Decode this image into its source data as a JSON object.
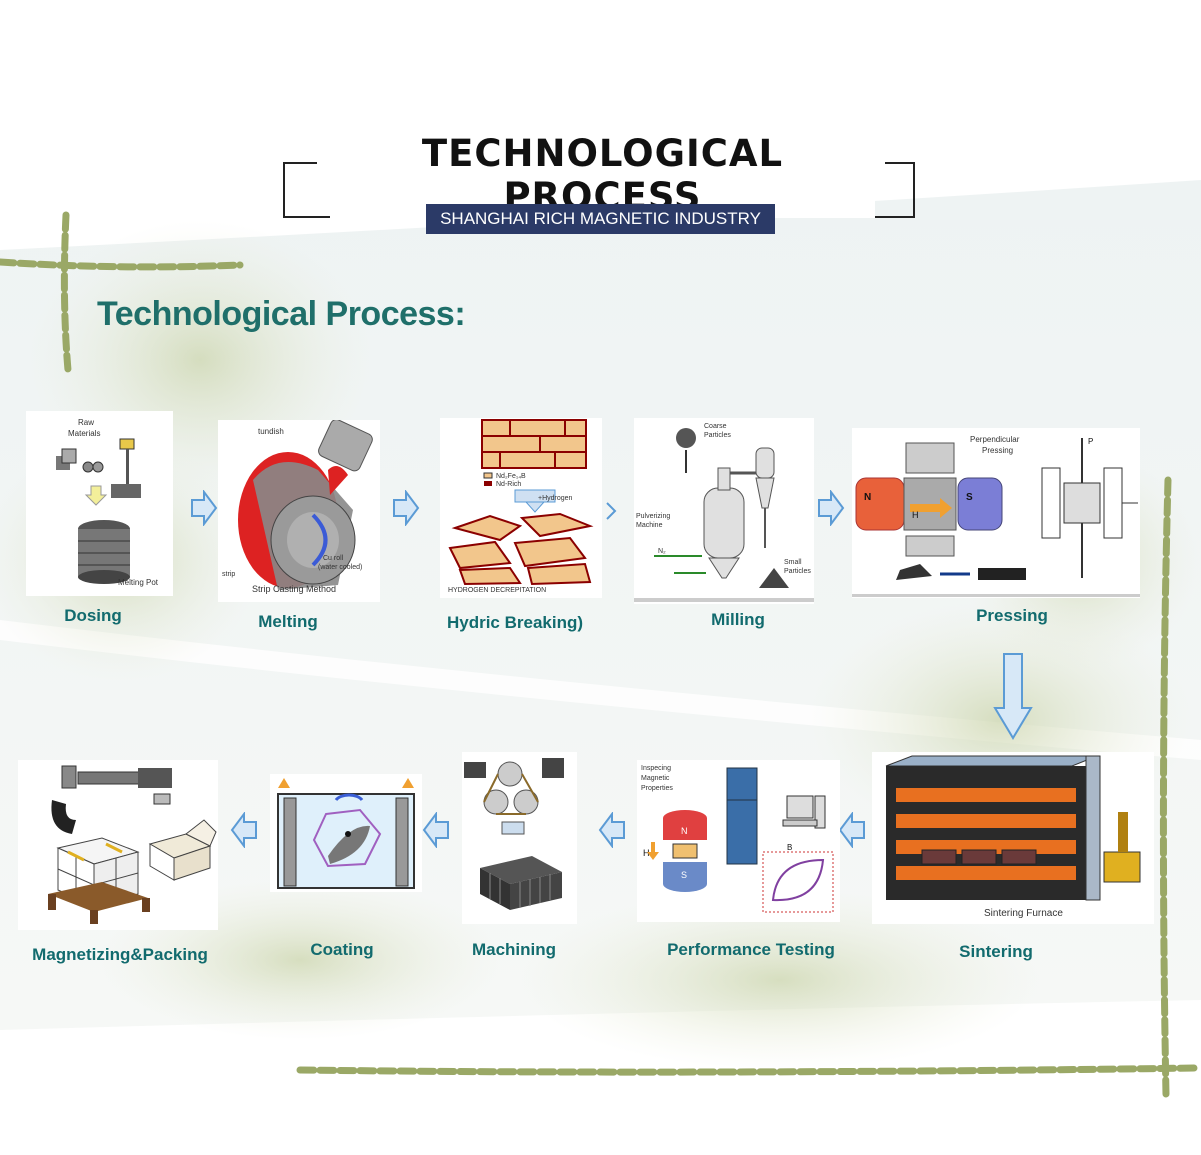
{
  "header": {
    "title": "TECHNOLOGICAL PROCESS",
    "company": "SHANGHAI RICH MAGNETIC INDUSTRY"
  },
  "section_title": "Technological Process:",
  "steps": [
    {
      "label": "Dosing",
      "texts": [
        "Raw",
        "Materials",
        "Melting Pot"
      ]
    },
    {
      "label": "Melting",
      "texts": [
        "tundish",
        "Cu roll",
        "(water cooled)",
        "strip",
        "Strip Casting Method"
      ]
    },
    {
      "label": "Hydric Breaking)",
      "texts": [
        "Nd₂Fe₁₄B",
        "Nd-Rich",
        "+Hydrogen",
        "HYDROGEN DECREPITATION"
      ]
    },
    {
      "label": "Milling",
      "texts": [
        "Coarse",
        "Particles",
        "Pulverizing",
        "Machine",
        "Small",
        "Particles",
        "N₂"
      ]
    },
    {
      "label": "Pressing",
      "texts": [
        "Perpendicular",
        "Pressing",
        "N",
        "S",
        "H",
        "P"
      ]
    },
    {
      "label": "Sintering",
      "texts": [
        "Sintering Furnace"
      ]
    },
    {
      "label": "Performance Testing",
      "texts": [
        "Inspecing",
        "Magnetic",
        "Properties",
        "N",
        "S",
        "H",
        "B"
      ]
    },
    {
      "label": "Machining",
      "texts": []
    },
    {
      "label": "Coating",
      "texts": []
    },
    {
      "label": "Magnetizing&Packing",
      "texts": []
    }
  ],
  "colors": {
    "accent_teal": "#126b6e",
    "banner_navy": "#2b3a67",
    "arrow_blue": "#5b9bd5",
    "vine_green": "#8a9a4a"
  }
}
